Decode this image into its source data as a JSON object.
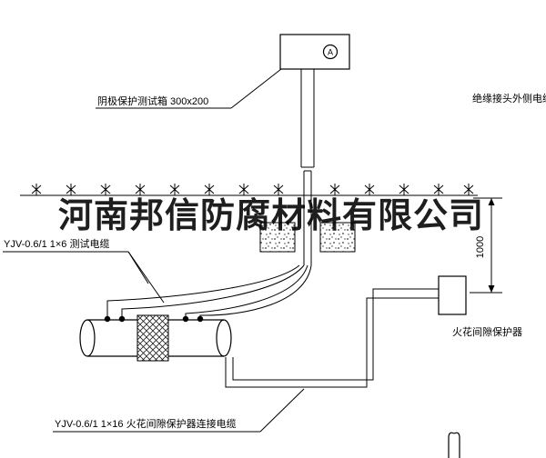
{
  "diagram": {
    "watermark": "河南邦信防腐材料有限公司",
    "ammeter_symbol": "A",
    "labels": {
      "test_box": "阴极保护测试箱 300x200",
      "outer_cable": "绝缘接头外侧电缆",
      "test_cable": "YJV-0.6/1 1×6  测试电缆",
      "protector_cable": "YJV-0.6/1 1×16  火花间隙保护器连接电缆",
      "protector": "火花间隙保护器",
      "dimension_1000": "1000"
    }
  }
}
